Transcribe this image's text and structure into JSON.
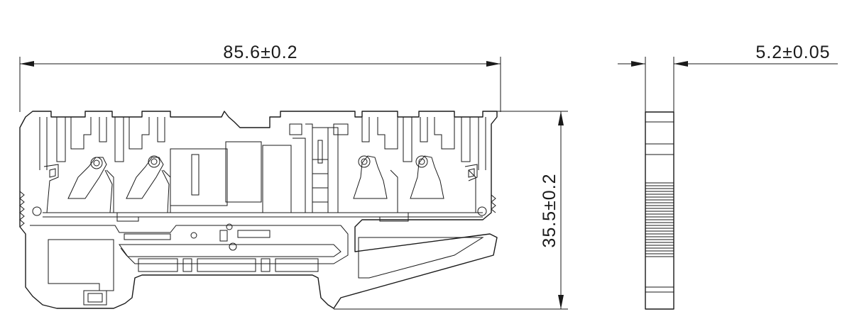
{
  "dimensions": {
    "width_label": "85.6±0.2",
    "height_label": "35.5±0.2",
    "thickness_label": "5.2±0.05"
  }
}
